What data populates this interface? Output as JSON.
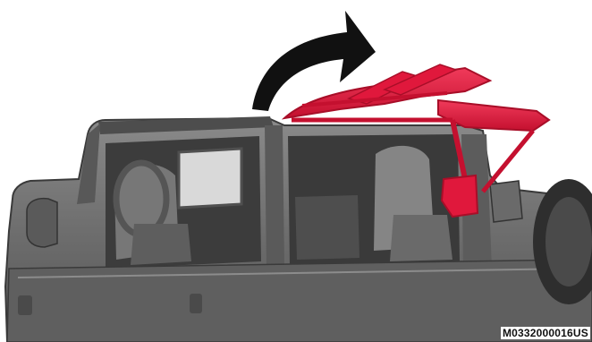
{
  "figure": {
    "code": "M0332000016US"
  },
  "colors": {
    "body": "#6b6b6b",
    "body_dark": "#3f3f3f",
    "body_light": "#9a9a9a",
    "top_frame": "#e0183c",
    "top_frame_dark": "#a80e28",
    "arrow": "#111111",
    "background": "#ffffff"
  },
  "icons": {
    "motion_arrow": "curved-arrow-up-right-icon",
    "vehicle": "jeep-side-illustration",
    "soft_top": "folding-soft-top-frame"
  }
}
